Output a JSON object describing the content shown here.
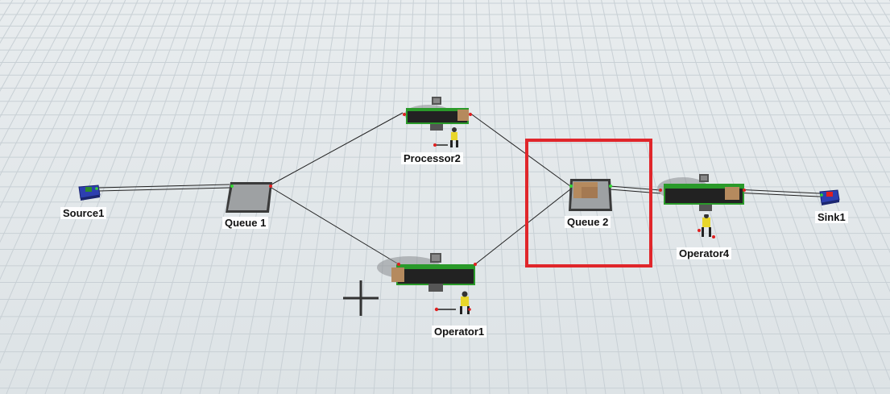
{
  "view": {
    "grid_color": "#c8d0d5",
    "floor_color": "#e3e8eb",
    "selection_color": "#e0262b"
  },
  "objects": {
    "source1": {
      "label": "Source1",
      "type": "Source"
    },
    "queue1": {
      "label": "Queue 1",
      "type": "Queue"
    },
    "processor2": {
      "label": "Processor2",
      "type": "Processor"
    },
    "operator1": {
      "label": "Operator1",
      "type": "Operator"
    },
    "queue2": {
      "label": "Queue 2",
      "type": "Queue",
      "selected": true
    },
    "operator4": {
      "label": "Operator4",
      "type": "Operator"
    },
    "sink1": {
      "label": "Sink1",
      "type": "Sink"
    }
  },
  "cursor": {
    "icon": "crosshair-cursor-icon"
  }
}
